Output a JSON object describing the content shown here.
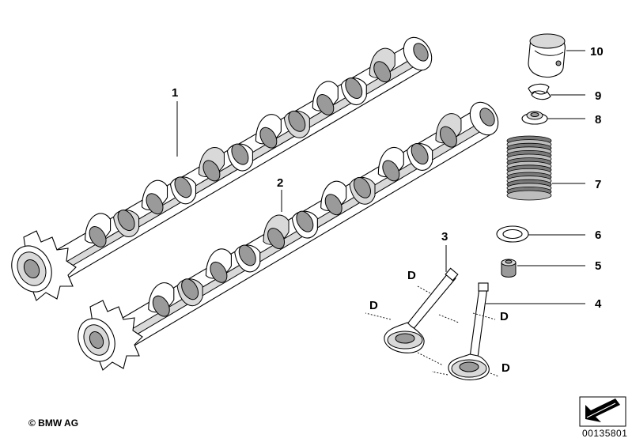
{
  "diagram": {
    "callouts": [
      {
        "id": "1",
        "text": "1"
      },
      {
        "id": "2",
        "text": "2"
      },
      {
        "id": "3",
        "text": "3"
      },
      {
        "id": "4",
        "text": "4"
      },
      {
        "id": "5",
        "text": "5"
      },
      {
        "id": "6",
        "text": "6"
      },
      {
        "id": "7",
        "text": "7"
      },
      {
        "id": "8",
        "text": "8"
      },
      {
        "id": "9",
        "text": "9"
      },
      {
        "id": "10",
        "text": "10"
      }
    ],
    "dimension_label": "D",
    "copyright": "© BMW AG",
    "document_number": "00135801"
  }
}
